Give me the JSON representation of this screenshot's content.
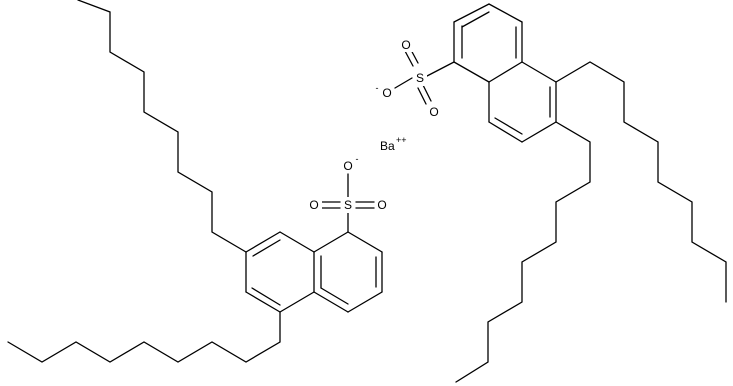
{
  "molecule": {
    "atoms": {
      "sulfur": "S",
      "oxygen": "O",
      "barium": "Ba"
    },
    "charges": {
      "anion": "-",
      "barium": "++"
    },
    "colors": {
      "bond": "#000000",
      "background": "#ffffff"
    }
  }
}
